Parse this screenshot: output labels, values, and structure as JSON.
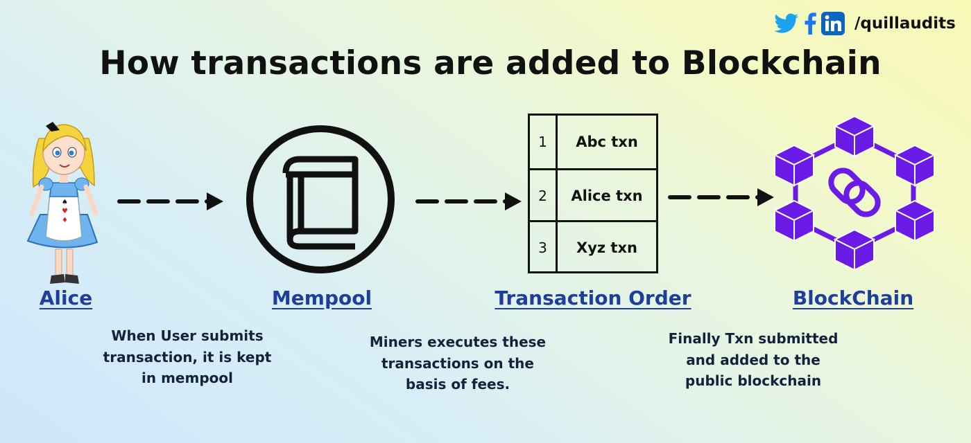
{
  "title": "How transactions are added to Blockchain",
  "social": {
    "icons": [
      "twitter-icon",
      "facebook-icon",
      "linkedin-icon"
    ],
    "handle": "/quillaudits"
  },
  "nodes": [
    {
      "label": "Alice",
      "icon": "alice-character"
    },
    {
      "label": "Mempool",
      "icon": "book-icon"
    },
    {
      "label": "Transaction Order",
      "icon": "ordered-table"
    },
    {
      "label": "BlockChain",
      "icon": "blockchain-network-icon"
    }
  ],
  "transaction_order": [
    {
      "num": "1",
      "txn": "Abc txn"
    },
    {
      "num": "2",
      "txn": "Alice txn"
    },
    {
      "num": "3",
      "txn": "Xyz txn"
    }
  ],
  "descriptions": [
    "When User submits\ntransaction, it is kept\nin mempool",
    "Miners executes these\ntransactions on the\nbasis of fees.",
    "Finally Txn submitted\nand added to the\npublic blockchain"
  ],
  "colors": {
    "label": "#1d3f9b",
    "blockchain": "#6a1be6",
    "twitter": "#1da1f2",
    "facebook": "#1877f2",
    "linkedin": "#0a66c2"
  }
}
